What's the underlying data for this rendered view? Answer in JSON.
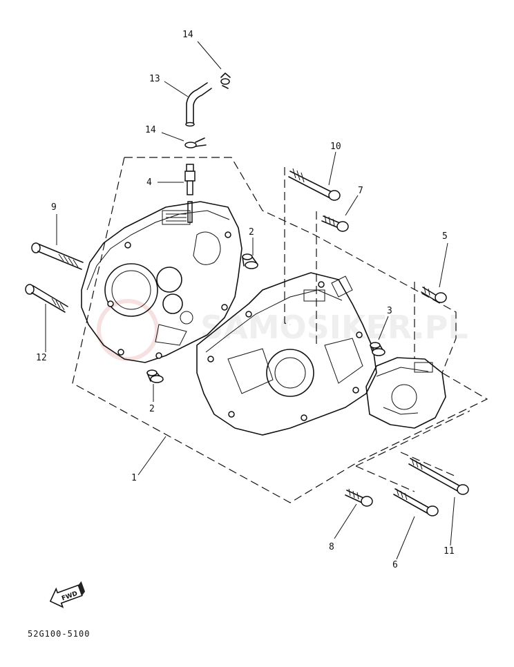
{
  "callouts": [
    {
      "id": "c14a",
      "text": "14"
    },
    {
      "id": "c13",
      "text": "13"
    },
    {
      "id": "c14b",
      "text": "14"
    },
    {
      "id": "c4",
      "text": "4"
    },
    {
      "id": "c9",
      "text": "9"
    },
    {
      "id": "c12",
      "text": "12"
    },
    {
      "id": "c2a",
      "text": "2"
    },
    {
      "id": "c2b",
      "text": "2"
    },
    {
      "id": "c10",
      "text": "10"
    },
    {
      "id": "c7",
      "text": "7"
    },
    {
      "id": "c5",
      "text": "5"
    },
    {
      "id": "c3",
      "text": "3"
    },
    {
      "id": "c1",
      "text": "1"
    },
    {
      "id": "c8",
      "text": "8"
    },
    {
      "id": "c6",
      "text": "6"
    },
    {
      "id": "c11",
      "text": "11"
    }
  ],
  "find_badge": "FWD",
  "diagram_code": "52G100-5100",
  "watermark": "SAMOSIKER.PL",
  "accent_watermark_color": "#e8a0a0"
}
